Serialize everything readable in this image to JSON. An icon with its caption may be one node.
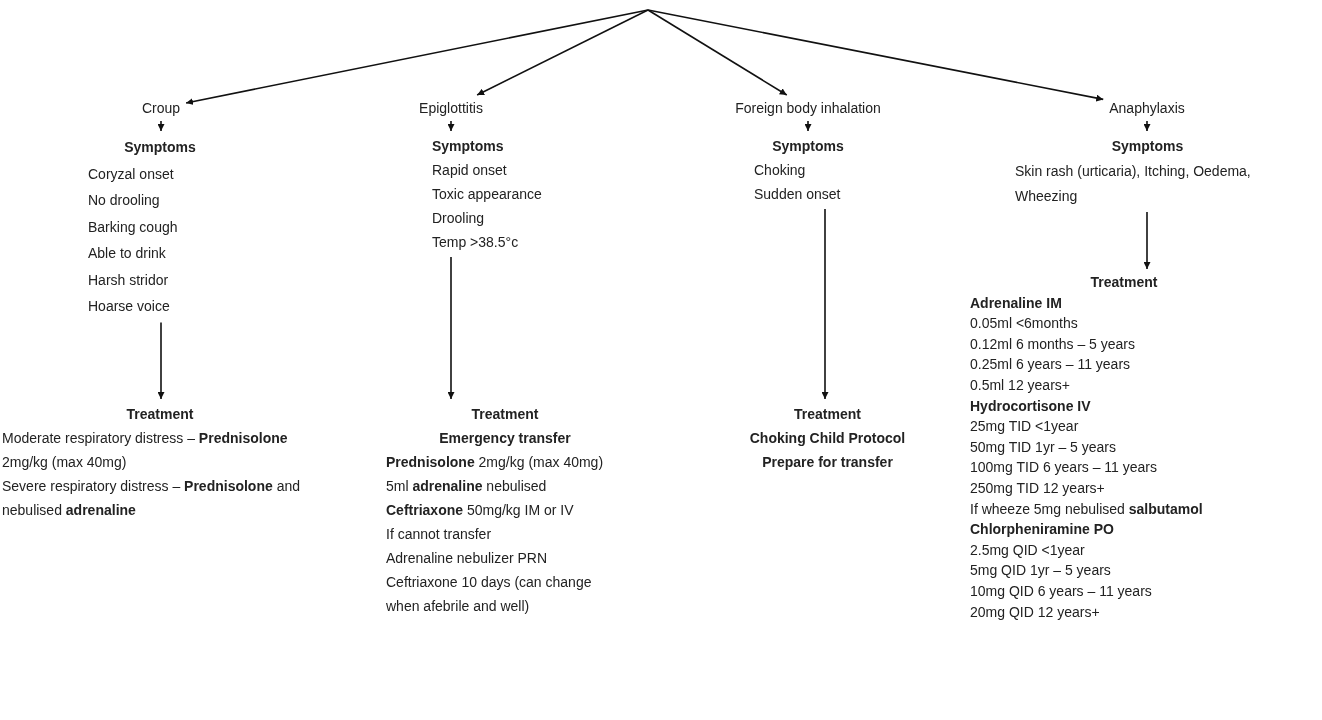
{
  "diagram": {
    "nodes": [
      {
        "text": [
          "Croup"
        ]
      },
      {
        "text": [
          "Symptoms",
          "Coryzal onset",
          "No drooling",
          "Barking cough",
          "Able to drink",
          "Harsh stridor",
          "Hoarse voice"
        ]
      },
      {
        "text": [
          "Treatment",
          "Moderate respiratory distress – **Prednisolone** 2mg/kg (max 40mg)",
          "Severe respiratory distress – **Prednisolone** and  nebulised **adrenaline**"
        ]
      },
      {
        "text": [
          "Epiglottitis"
        ]
      },
      {
        "text": [
          "Symptoms",
          "Rapid onset",
          "Toxic appearance",
          "Drooling",
          "Temp >38.5°c"
        ]
      },
      {
        "text": [
          "Treatment",
          "Emergency transfer",
          "**Prednisolone** 2mg/kg (max 40mg)",
          "5ml **adrenaline** nebulised",
          "**Ceftriaxone** 50mg/kg IM or IV",
          "If cannot transfer",
          "Adrenaline nebulizer PRN",
          "Ceftriaxone 10 days (can change when afebrile and well)"
        ]
      },
      {
        "text": [
          "Foreign body inhalation"
        ]
      },
      {
        "text": [
          "Symptoms",
          "Choking",
          "Sudden onset"
        ]
      },
      {
        "text": [
          "Treatment",
          "Choking Child Protocol",
          "Prepare for transfer"
        ]
      },
      {
        "text": [
          "Anaphylaxis"
        ]
      },
      {
        "text": [
          "Symptoms",
          "Skin rash (urticaria), Itching, Oedema, Wheezing"
        ]
      },
      {
        "text": [
          "Treatment",
          "Adrenaline IM",
          "0.05ml <6months",
          "0.12ml 6 months – 5 years",
          "0.25ml  6 years – 11 years",
          "0.5ml 12 years+",
          "Hydrocortisone IV",
          "25mg TID <1year",
          "50mg TID 1yr – 5 years",
          "100mg TID 6 years – 11 years",
          "250mg TID 12 years+",
          "If wheeze 5mg nebulised  **salbutamol**",
          "Chlorpheniramine PO",
          "2.5mg QID <1year",
          "5mg QID 1yr – 5 years",
          "10mg QID 6 years – 11 years",
          "20mg QID 12 years+"
        ]
      }
    ],
    "edges": [
      {
        "from": null,
        "to": 0,
        "arrow": "to"
      },
      {
        "from": null,
        "to": 3,
        "arrow": "to"
      },
      {
        "from": null,
        "to": 6,
        "arrow": "to"
      },
      {
        "from": null,
        "to": 9,
        "arrow": "to"
      },
      {
        "from": 0,
        "to": 1,
        "arrow": "to"
      },
      {
        "from": 1,
        "to": 2,
        "arrow": "to"
      },
      {
        "from": 3,
        "to": 4,
        "arrow": "to"
      },
      {
        "from": 4,
        "to": 5,
        "arrow": "to"
      },
      {
        "from": 6,
        "to": 7,
        "arrow": "to"
      },
      {
        "from": 7,
        "to": 8,
        "arrow": "to"
      },
      {
        "from": 9,
        "to": 10,
        "arrow": "to"
      },
      {
        "from": 10,
        "to": 11,
        "arrow": "to"
      }
    ]
  }
}
